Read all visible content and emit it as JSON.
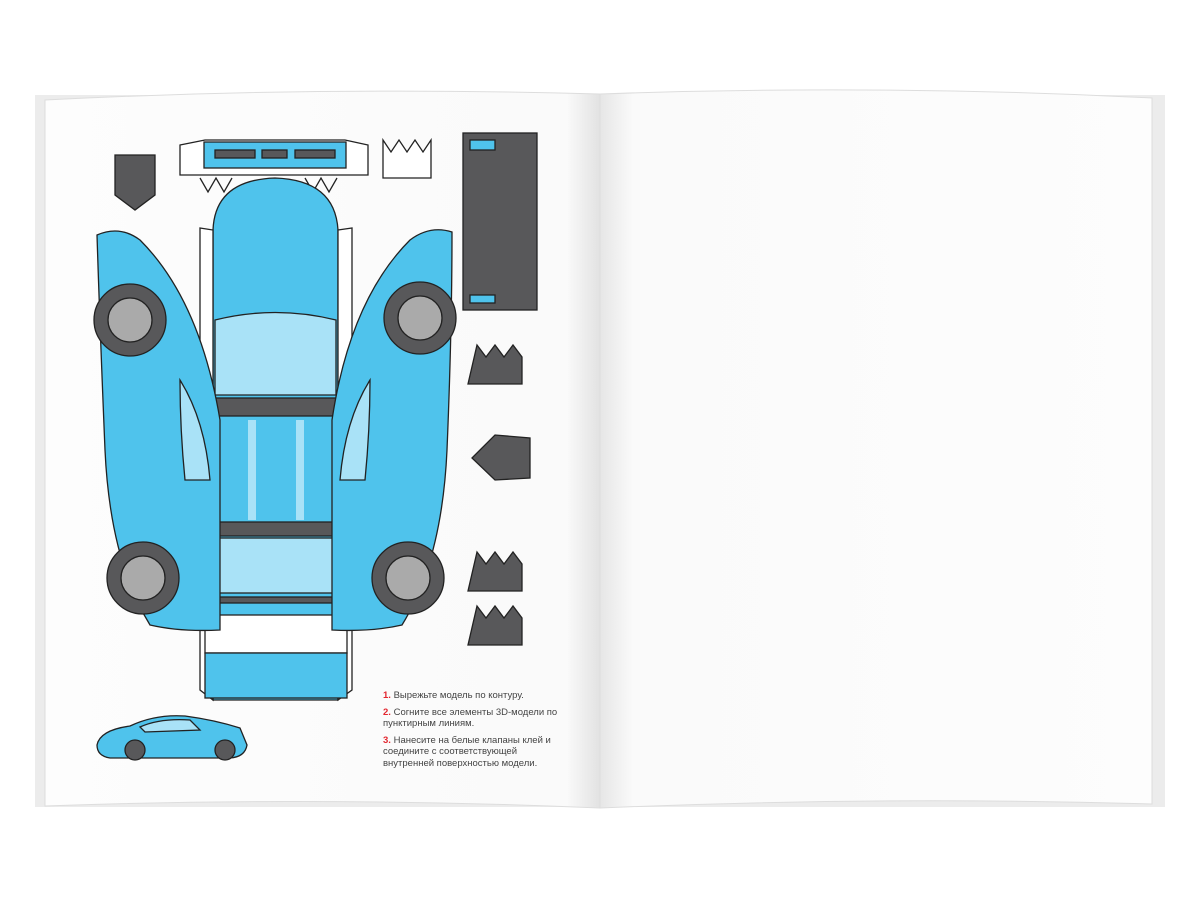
{
  "page_left": {
    "instructions": [
      {
        "number": "1.",
        "text": "Вырежьте модель по контуру."
      },
      {
        "number": "2.",
        "text": "Согните все элементы 3D-модели по пунктирным линиям."
      },
      {
        "number": "3.",
        "text": "Нанесите на белые клапаны клей и соедините с соответствующей внутренней поверхностью модели."
      }
    ]
  },
  "page_right": {},
  "colors": {
    "car_blue": "#4fc3ec",
    "car_light": "#a9e2f7",
    "dark_gray": "#58585a",
    "accent_red": "#e3262f"
  }
}
